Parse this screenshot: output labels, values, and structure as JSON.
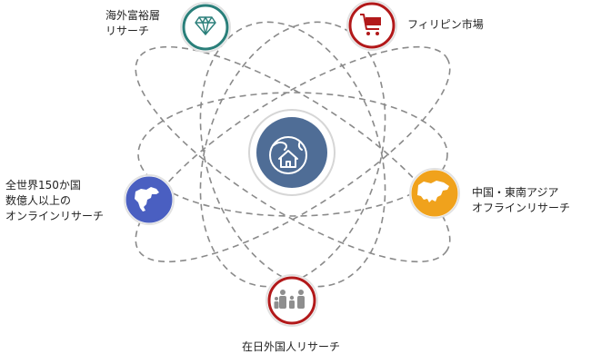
{
  "diagram": {
    "center": {
      "icon": "globe-house-icon",
      "color": "#4f6d96"
    },
    "nodes": [
      {
        "id": "wealthy-overseas",
        "icon": "diamond-icon",
        "color": "#2a7f7a",
        "lines": [
          "海外富裕層",
          "リサーチ"
        ]
      },
      {
        "id": "philippines-market",
        "icon": "shopping-cart-icon",
        "color": "#b2191a",
        "lines": [
          "フィリピン市場"
        ]
      },
      {
        "id": "china-sea-offline",
        "icon": "asia-map-icon",
        "color": "#f0a21c",
        "lines": [
          "中国・東南アジア",
          "オフラインリサーチ"
        ]
      },
      {
        "id": "foreigners-in-japan",
        "icon": "family-icon",
        "color": "#b2191a",
        "lines": [
          "在日外国人リサーチ"
        ]
      },
      {
        "id": "global-online",
        "icon": "north-america-map-icon",
        "color": "#4a5fc1",
        "lines": [
          "全世界150か国",
          "数億人以上の",
          "オンラインリサーチ"
        ]
      }
    ],
    "orbit_color": "#8a8a8a"
  }
}
